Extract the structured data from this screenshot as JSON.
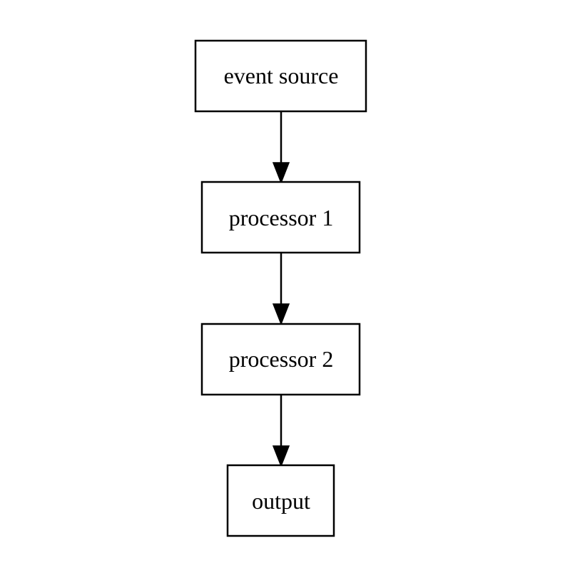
{
  "diagram": {
    "nodes": [
      {
        "id": "event_source",
        "label": "event source"
      },
      {
        "id": "processor_1",
        "label": "processor 1"
      },
      {
        "id": "processor_2",
        "label": "processor 2"
      },
      {
        "id": "output",
        "label": "output"
      }
    ],
    "edges": [
      {
        "from": "event_source",
        "to": "processor_1"
      },
      {
        "from": "processor_1",
        "to": "processor_2"
      },
      {
        "from": "processor_2",
        "to": "output"
      }
    ]
  }
}
